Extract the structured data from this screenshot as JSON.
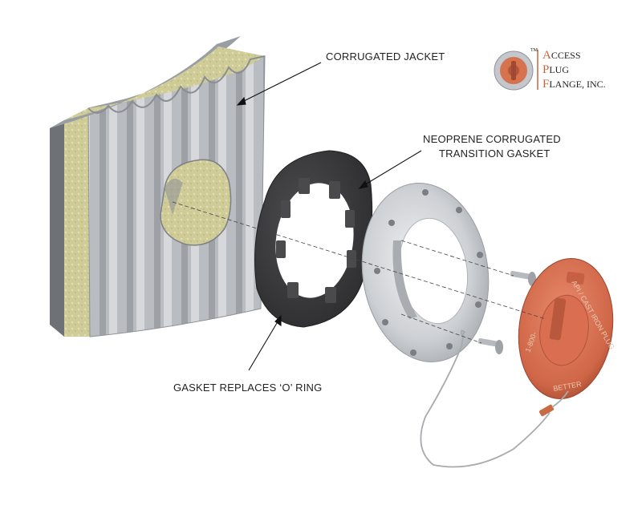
{
  "labels": {
    "jacket": "CORRUGATED JACKET",
    "gasket_line1": "NEOPRENE CORRUGATED",
    "gasket_line2": "TRANSITION GASKET",
    "oring": "GASKET REPLACES ‘O’ RING"
  },
  "logo": {
    "tm": "TM",
    "line1_cap": "A",
    "line1_rest": "CCESS",
    "line2_cap": "P",
    "line2_rest": "LUG",
    "line3_cap": "F",
    "line3_rest": "LANGE, INC.",
    "accent_color": "#c8653a"
  },
  "plug_text": {
    "top": "API / CAST IRON PLUG",
    "left": "1-800-",
    "bottom": "BETTER"
  },
  "colors": {
    "jacket": "#b9bcc0",
    "insulation": "#d9d6a8",
    "gasket": "#3a3a3c",
    "flange": "#cfd2d6",
    "plug": "#d9745a"
  }
}
